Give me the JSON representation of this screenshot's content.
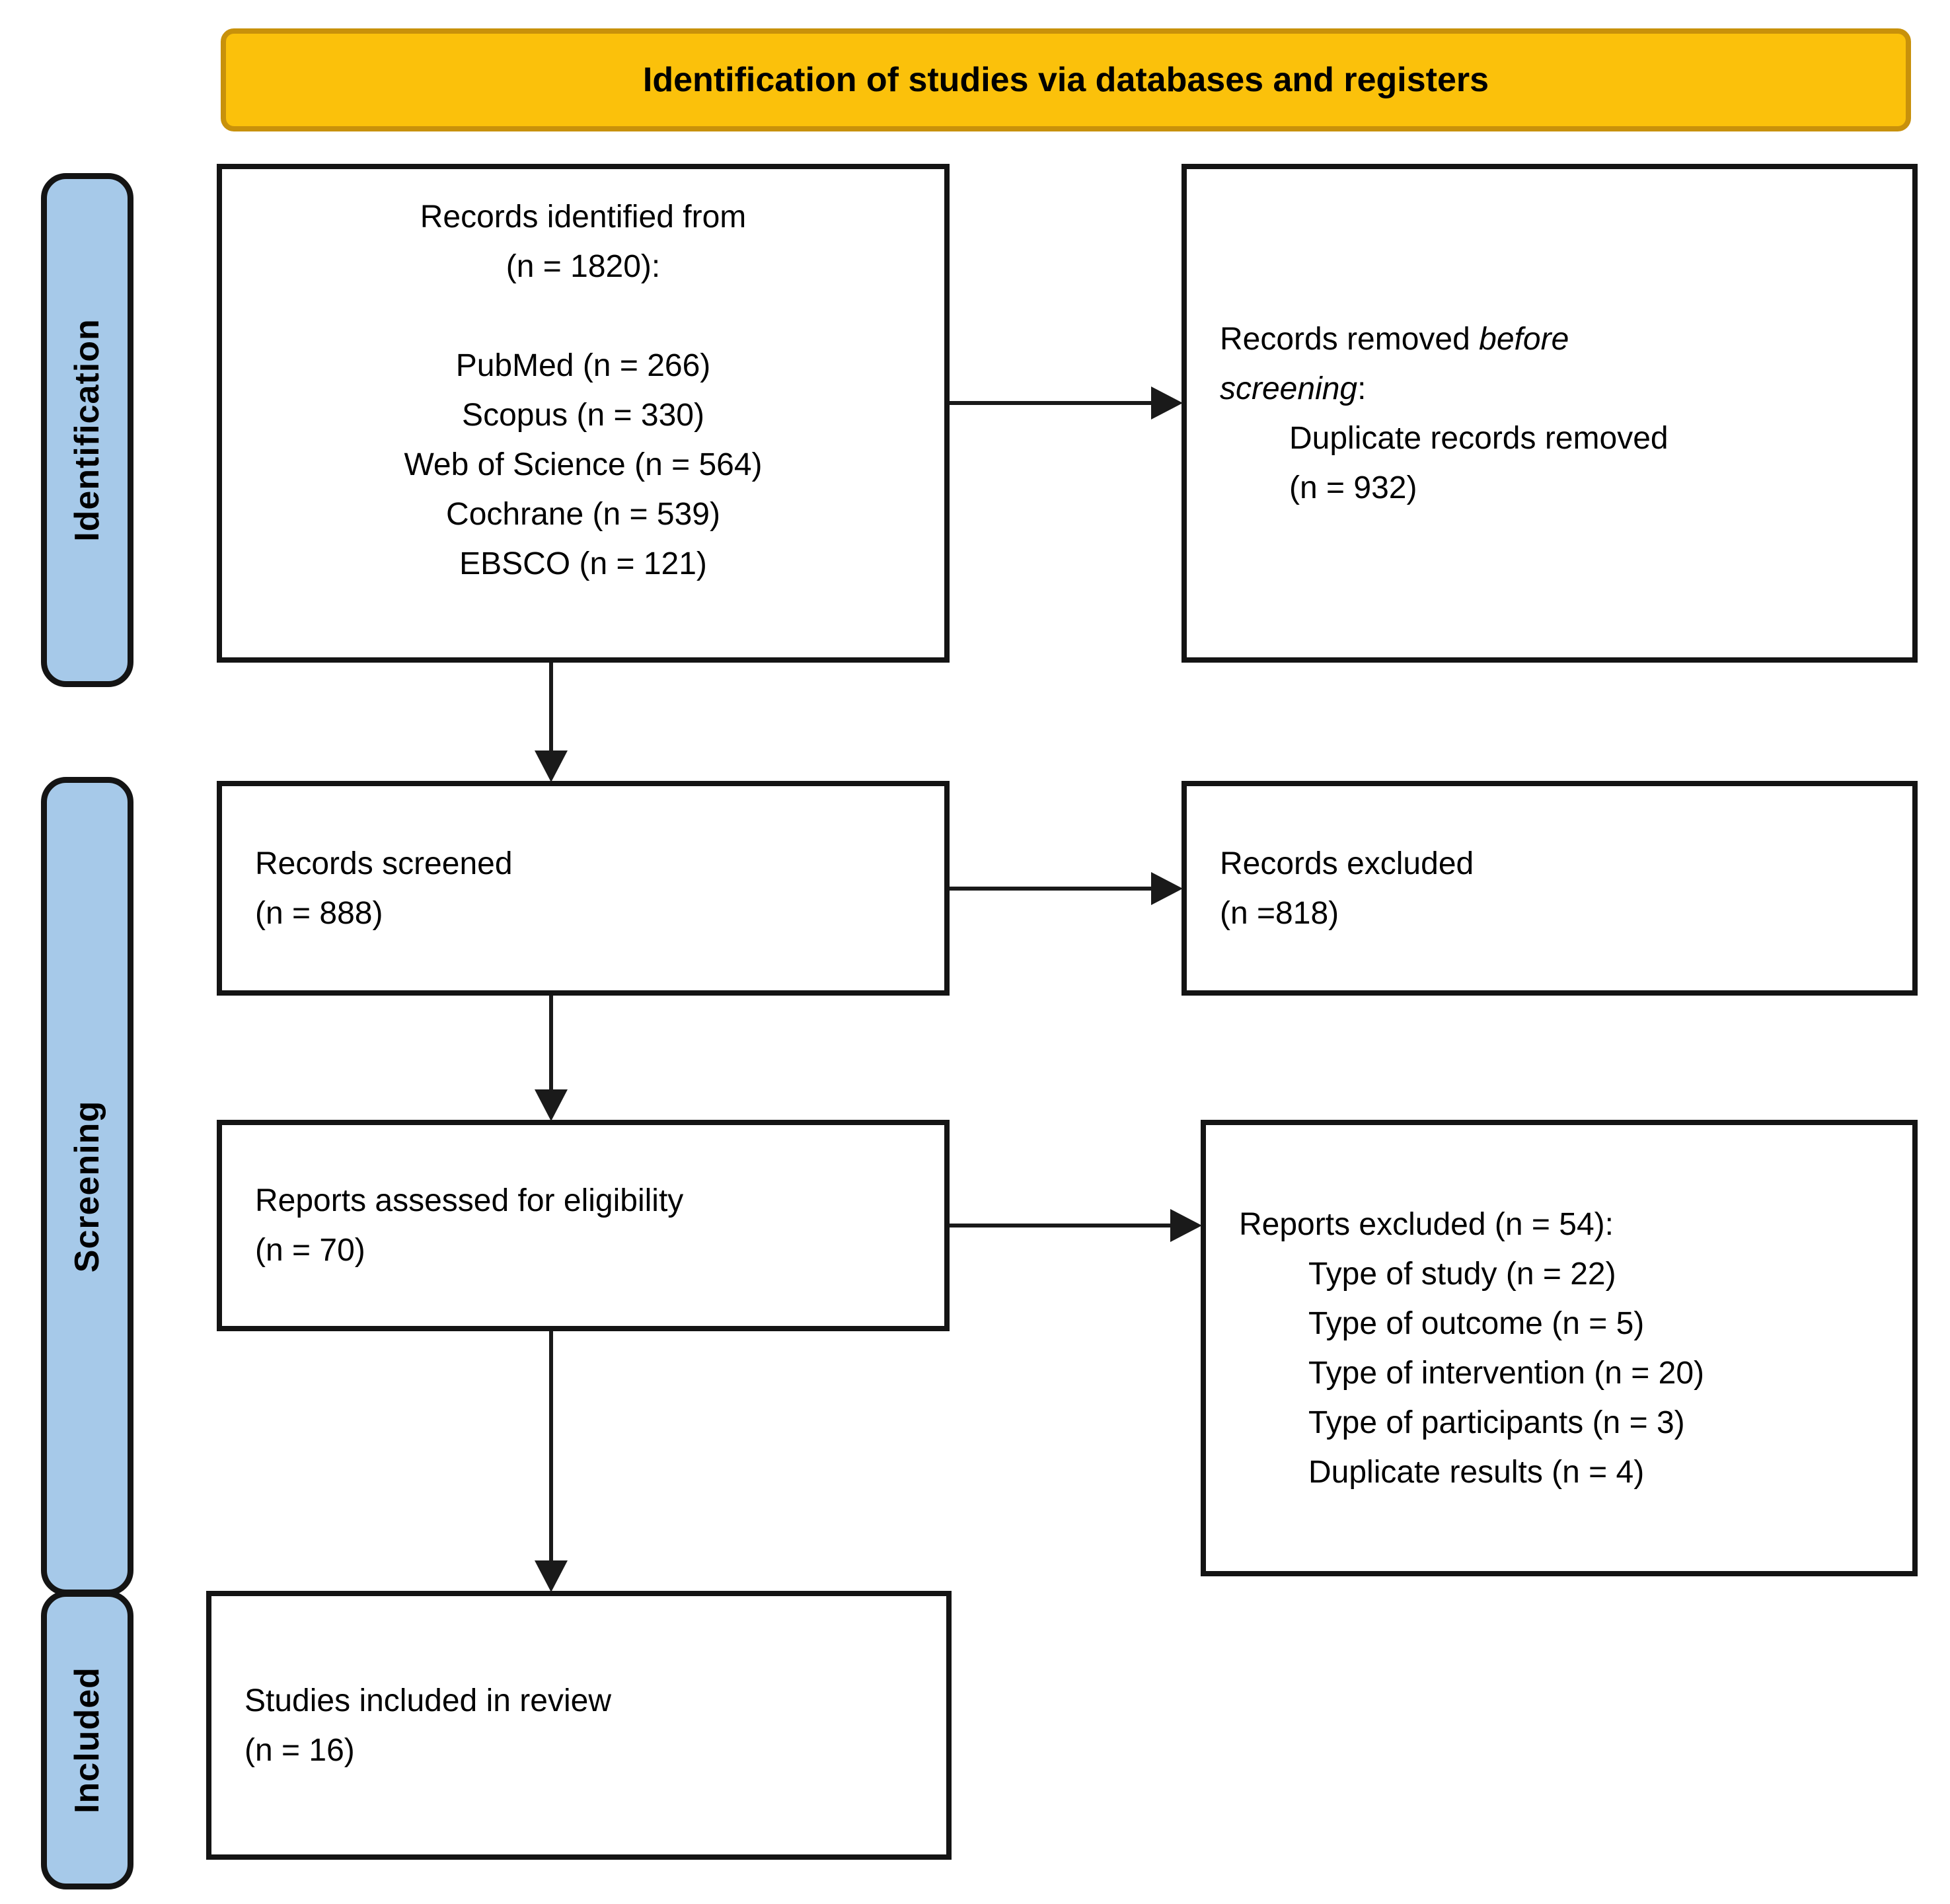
{
  "header": {
    "title": "Identification of studies via databases and registers"
  },
  "stages": {
    "identification": "Identification",
    "screening": "Screening",
    "included": "Included"
  },
  "boxes": {
    "identified": {
      "line1": "Records identified from",
      "line2": "(n = 1820):",
      "sources": [
        "PubMed (n = 266)",
        "Scopus (n = 330)",
        "Web of Science (n = 564)",
        "Cochrane (n = 539)",
        "EBSCO (n = 121)"
      ]
    },
    "removed": {
      "lead": "Records removed ",
      "lead_italic": "before",
      "lead2_italic": "screening",
      "lead2_colon": ":",
      "item": "Duplicate records removed",
      "item_n": "(n = 932)"
    },
    "screened": {
      "line1": "Records screened",
      "line2": "(n = 888)"
    },
    "excluded": {
      "line1": "Records excluded",
      "line2": "(n =818)"
    },
    "assessed": {
      "line1": "Reports assessed for eligibility",
      "line2": "(n = 70)"
    },
    "reports_excluded": {
      "heading": "Reports excluded (n = 54):",
      "reasons": [
        "Type of study (n = 22)",
        "Type of outcome (n = 5)",
        "Type of intervention (n = 20)",
        "Type of participants (n = 3)",
        "Duplicate results (n = 4)"
      ]
    },
    "included_studies": {
      "line1": "Studies included in review",
      "line2": "(n = 16)"
    }
  },
  "colors": {
    "title_bg": "#FBC10B",
    "title_border": "#C8910B",
    "stage_bg": "#A6C9E9",
    "border": "#141414"
  }
}
